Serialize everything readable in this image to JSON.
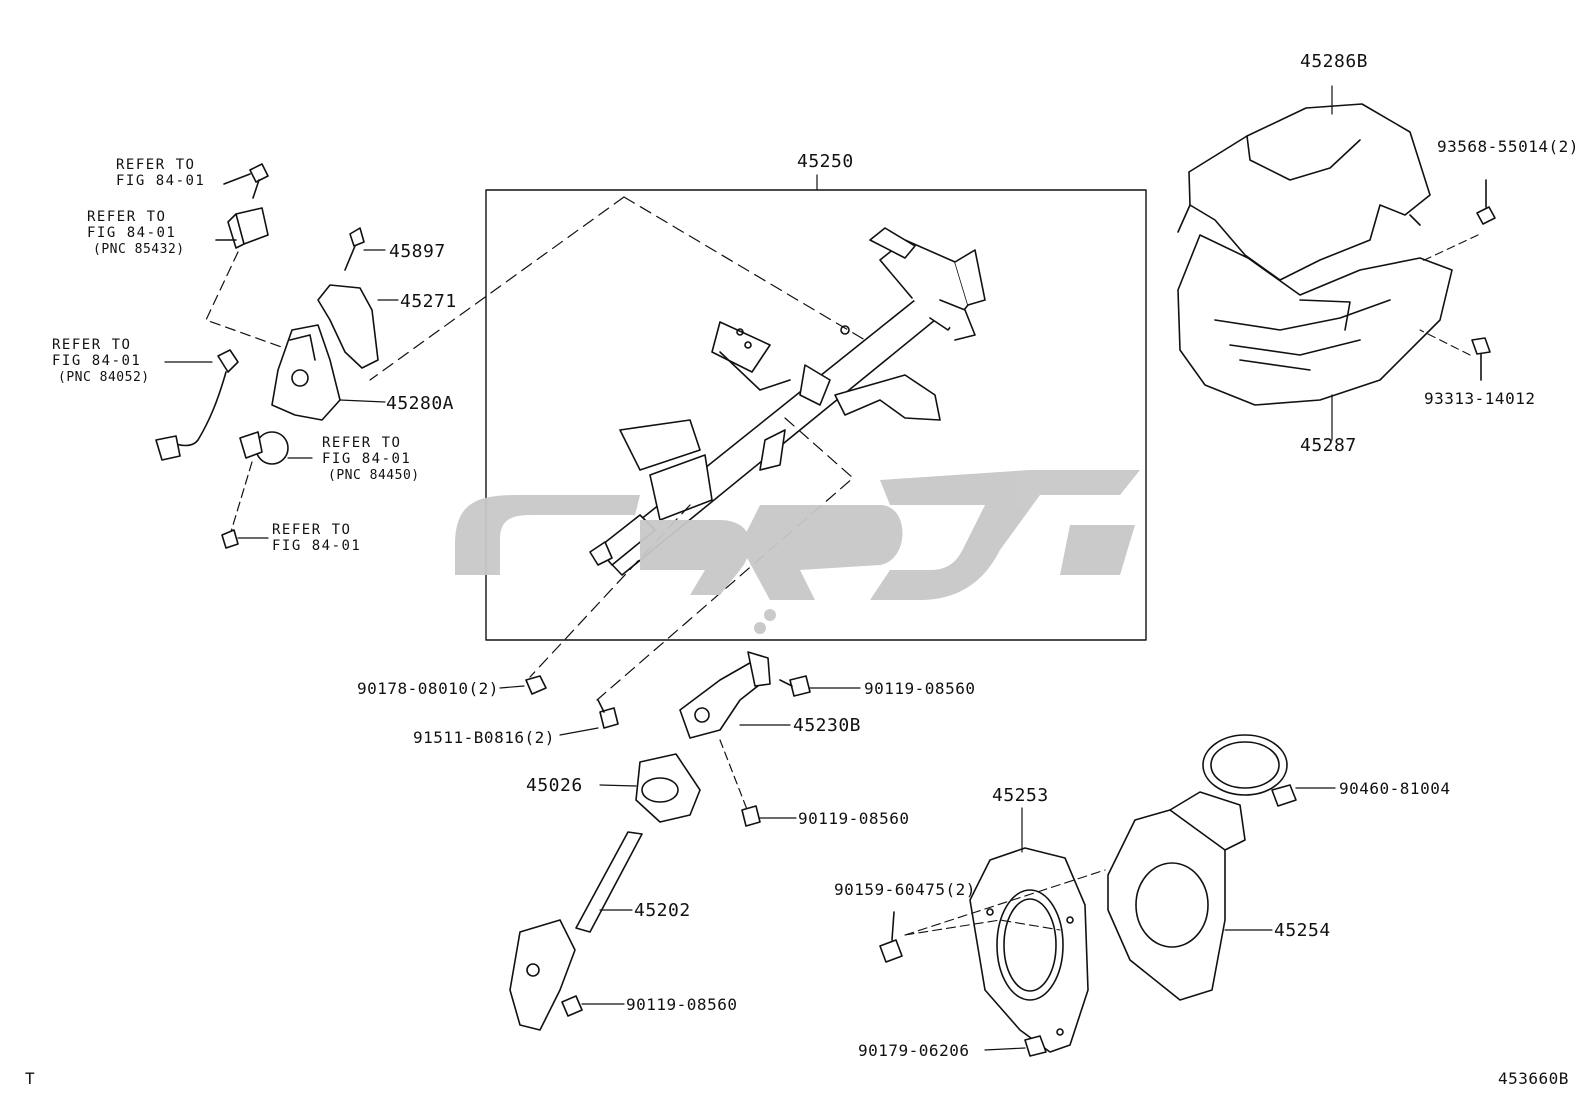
{
  "diagram": {
    "parts": {
      "p45250": "45250",
      "p45286B": "45286B",
      "p45287": "45287",
      "p45897": "45897",
      "p45271": "45271",
      "p45280A": "45280A",
      "p45230B": "45230B",
      "p45026": "45026",
      "p45202": "45202",
      "p45253": "45253",
      "p45254": "45254"
    },
    "fasteners": {
      "f93568": "93568-55014(2)",
      "f93313": "93313-14012",
      "f90178": "90178-08010(2)",
      "f91511": "91511-B0816(2)",
      "f90119a": "90119-08560",
      "f90119b": "90119-08560",
      "f90119c": "90119-08560",
      "f90460": "90460-81004",
      "f90159": "90159-60475(2)",
      "f90179": "90179-06206"
    },
    "refs": {
      "r1": {
        "line1": "REFER TO",
        "line2": "FIG 84-01"
      },
      "r2": {
        "line1": "REFER TO",
        "line2": "FIG 84-01",
        "line3": "(PNC 85432)"
      },
      "r3": {
        "line1": "REFER TO",
        "line2": "FIG 84-01",
        "line3": "(PNC 84052)"
      },
      "r4": {
        "line1": "REFER TO",
        "line2": "FIG 84-01",
        "line3": "(PNC 84450)"
      },
      "r5": {
        "line1": "REFER TO",
        "line2": "FIG 84-01"
      }
    },
    "corner_left": "T",
    "figure_code": "453660B"
  },
  "watermark_color": "#c8c8c8"
}
